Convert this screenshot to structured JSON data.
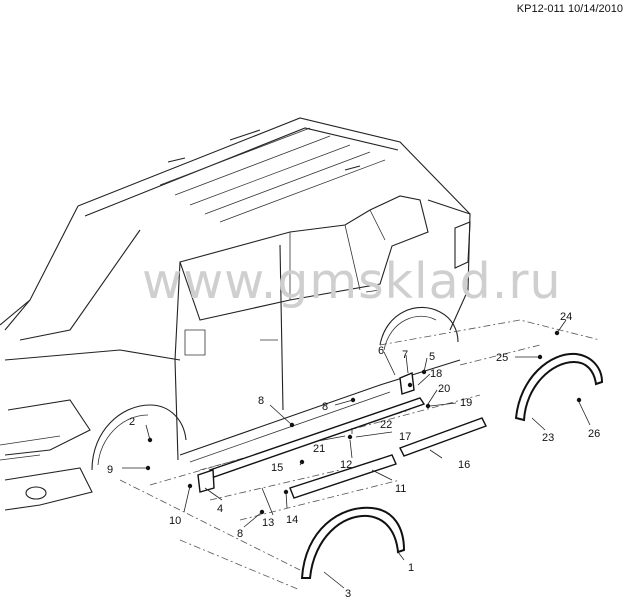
{
  "header": {
    "code": "KP12-011 10/14/2010"
  },
  "watermark": {
    "text": "www.gmsklad.ru"
  },
  "callouts": [
    {
      "id": "c1",
      "label": "1"
    },
    {
      "id": "c2",
      "label": "2"
    },
    {
      "id": "c3",
      "label": "3"
    },
    {
      "id": "c4",
      "label": "4"
    },
    {
      "id": "c5",
      "label": "5"
    },
    {
      "id": "c6",
      "label": "6"
    },
    {
      "id": "c7",
      "label": "7"
    },
    {
      "id": "c8a",
      "label": "8"
    },
    {
      "id": "c8b",
      "label": "8"
    },
    {
      "id": "c8c",
      "label": "8"
    },
    {
      "id": "c9",
      "label": "9"
    },
    {
      "id": "c10",
      "label": "10"
    },
    {
      "id": "c11",
      "label": "11"
    },
    {
      "id": "c12",
      "label": "12"
    },
    {
      "id": "c13",
      "label": "13"
    },
    {
      "id": "c14",
      "label": "14"
    },
    {
      "id": "c15",
      "label": "15"
    },
    {
      "id": "c16",
      "label": "16"
    },
    {
      "id": "c17",
      "label": "17"
    },
    {
      "id": "c18",
      "label": "18"
    },
    {
      "id": "c19",
      "label": "19"
    },
    {
      "id": "c20",
      "label": "20"
    },
    {
      "id": "c21",
      "label": "21"
    },
    {
      "id": "c22",
      "label": "22"
    },
    {
      "id": "c23",
      "label": "23"
    },
    {
      "id": "c24",
      "label": "24"
    },
    {
      "id": "c25",
      "label": "25"
    },
    {
      "id": "c26",
      "label": "26"
    }
  ]
}
